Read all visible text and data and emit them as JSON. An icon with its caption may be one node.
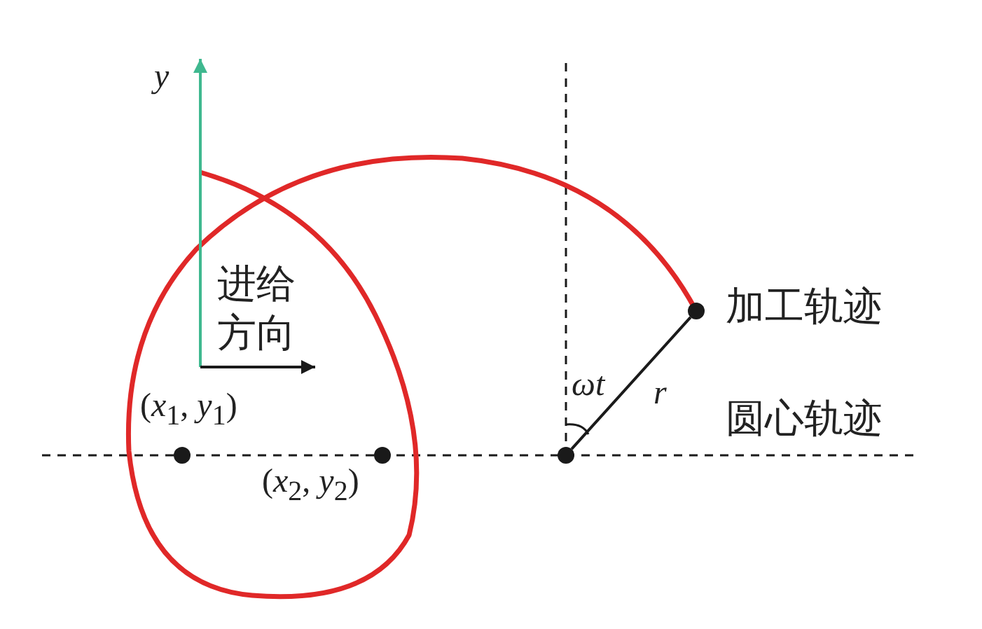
{
  "diagram": {
    "nodes": [
      {
        "text": [],
        "shape": "circle"
      },
      {
        "text": [],
        "shape": "circle"
      },
      {
        "text": [],
        "shape": "circle",
        "beside": [
          "(*x*$_{1}$, *y*$_{1}$)"
        ]
      },
      {
        "text": [],
        "shape": "circle",
        "beside": [
          "(*x*$_{2}$, *y*$_{2}$)"
        ]
      }
    ],
    "edges": [
      {
        "from": 0,
        "to": 1,
        "arrow": "none",
        "label": "r"
      }
    ],
    "labels": [
      "y",
      "进给方向",
      "加工轨迹",
      "ωt",
      "圆心轨迹"
    ]
  }
}
